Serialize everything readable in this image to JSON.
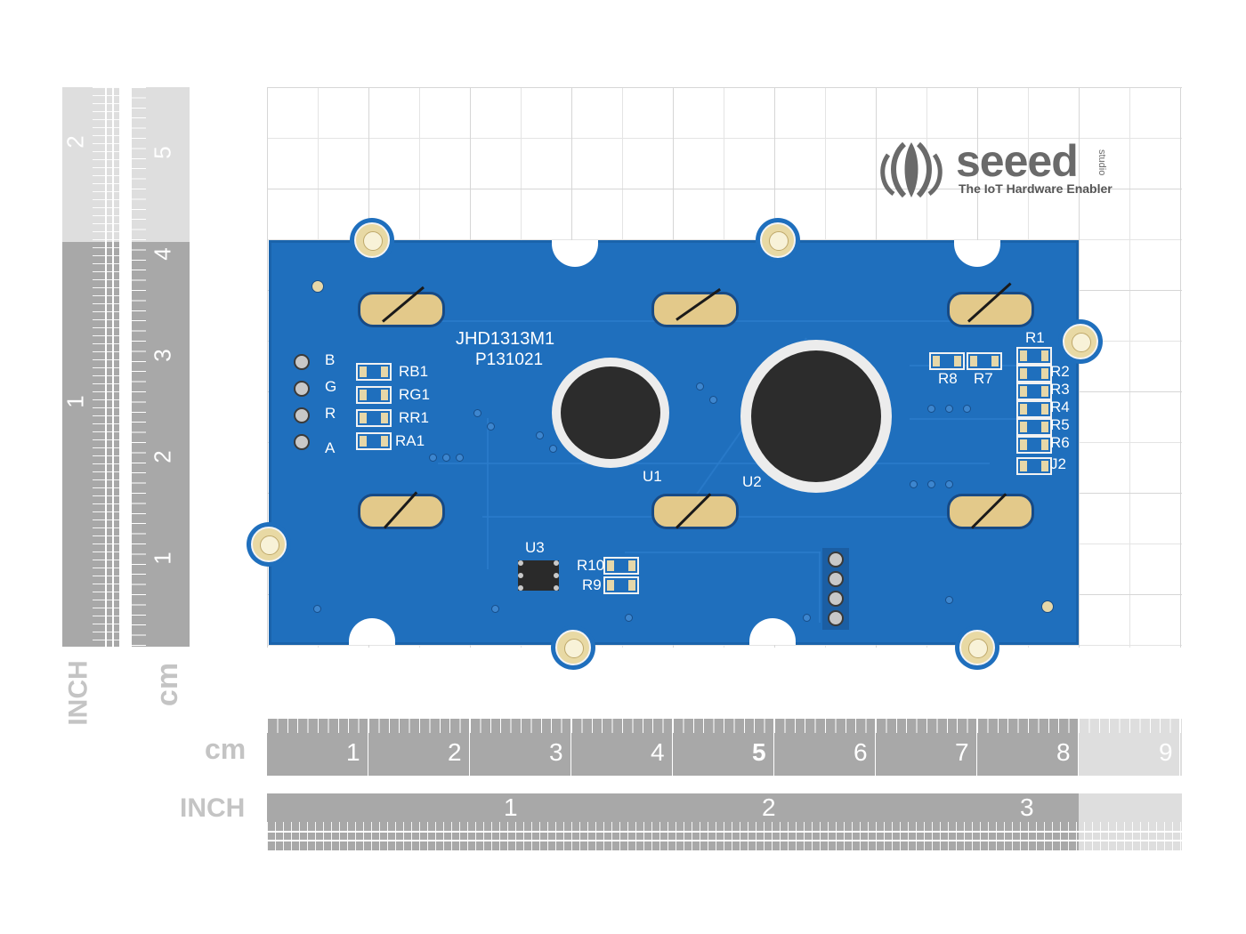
{
  "brand": {
    "name": "seeed",
    "suffix": "studio",
    "tagline": "The IoT Hardware Enabler"
  },
  "board": {
    "model": "JHD1313M1",
    "code": "P131021",
    "connector_labels": [
      "B",
      "G",
      "R",
      "A"
    ],
    "left_resistors": [
      "RB1",
      "RG1",
      "RR1",
      "RA1"
    ],
    "right_resistors": [
      "R1",
      "R2",
      "R3",
      "R4",
      "R5",
      "R6",
      "J2"
    ],
    "top_resistors": [
      "R8",
      "R7"
    ],
    "bottom_resistors": [
      "R10",
      "R9"
    ],
    "chips": [
      "U1",
      "U2",
      "U3"
    ]
  },
  "rulers": {
    "left_inch_label": "INCH",
    "left_cm_label": "cm",
    "left_inch_numbers": [
      "2",
      "1"
    ],
    "left_cm_numbers": [
      "5",
      "4",
      "3",
      "2",
      "1"
    ],
    "bottom_cm_label": "cm",
    "bottom_cm_numbers": [
      "1",
      "2",
      "3",
      "4",
      "5",
      "6",
      "7",
      "8",
      "9"
    ],
    "bottom_inch_label": "INCH",
    "bottom_inch_numbers": [
      "1",
      "2",
      "3"
    ]
  }
}
